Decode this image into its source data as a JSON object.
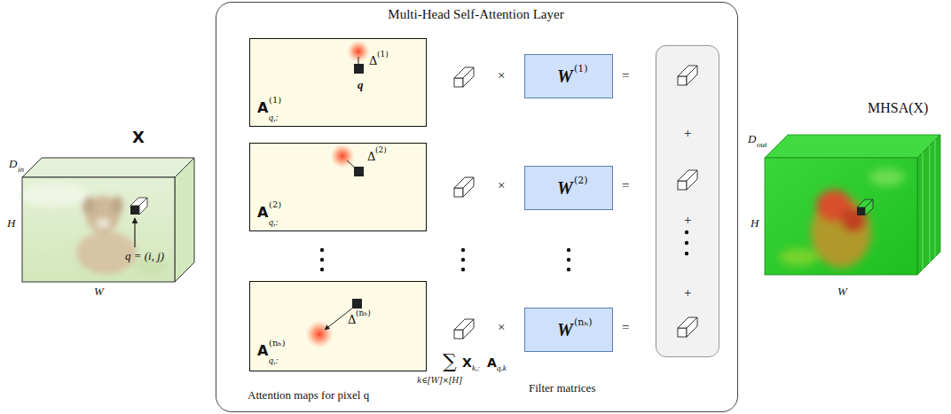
{
  "diagram": {
    "nodes": [
      {
        "text": [
          "Multi-Head Self-Attention Layer"
        ]
      },
      {
        "text": [
          "A",
          "(1)",
          "q,:",
          "Δ",
          "(1)",
          "q"
        ],
        "in": 0
      },
      {
        "text": [
          "A",
          "(2)",
          "q,:",
          "Δ",
          "(2)"
        ],
        "in": 0
      },
      {
        "text": [
          "A",
          "(nₕ)",
          "q,:",
          "Δ",
          "(nₕ)"
        ],
        "in": 0
      },
      {
        "text": [
          "W",
          "(1)"
        ],
        "in": 0
      },
      {
        "text": [
          "W",
          "(2)"
        ],
        "in": 0
      },
      {
        "text": [
          "W",
          "(nₕ)"
        ],
        "in": 0
      },
      {
        "text": [
          "+",
          "+",
          "+"
        ],
        "in": 0
      }
    ],
    "labels": [
      "X",
      "D",
      "in",
      "H",
      "W",
      "q = (i, j)",
      "×",
      "×",
      "×",
      "=",
      "=",
      "=",
      "∑",
      "k∈[W]×[H]",
      "X",
      "k,:",
      "A",
      "q,k",
      "Filter matrices",
      "Attention maps for pixel q",
      "MHSA(X)",
      "D",
      "out",
      "H",
      "W"
    ]
  }
}
